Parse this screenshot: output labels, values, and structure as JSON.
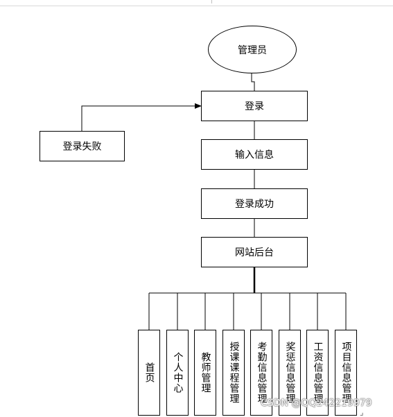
{
  "nodes": {
    "admin": "管理员",
    "login": "登录",
    "login_fail": "登录失败",
    "input_info": "输入信息",
    "login_success": "登录成功",
    "backend": "网站后台"
  },
  "modules": [
    "首页",
    "个人中心",
    "教师管理",
    "授课课程管理",
    "考勤信息管理",
    "奖惩信息管理",
    "工资信息管理",
    "项目信息管理"
  ],
  "watermark": "CSDN @QQ242219979",
  "corner_mark": "⌟"
}
